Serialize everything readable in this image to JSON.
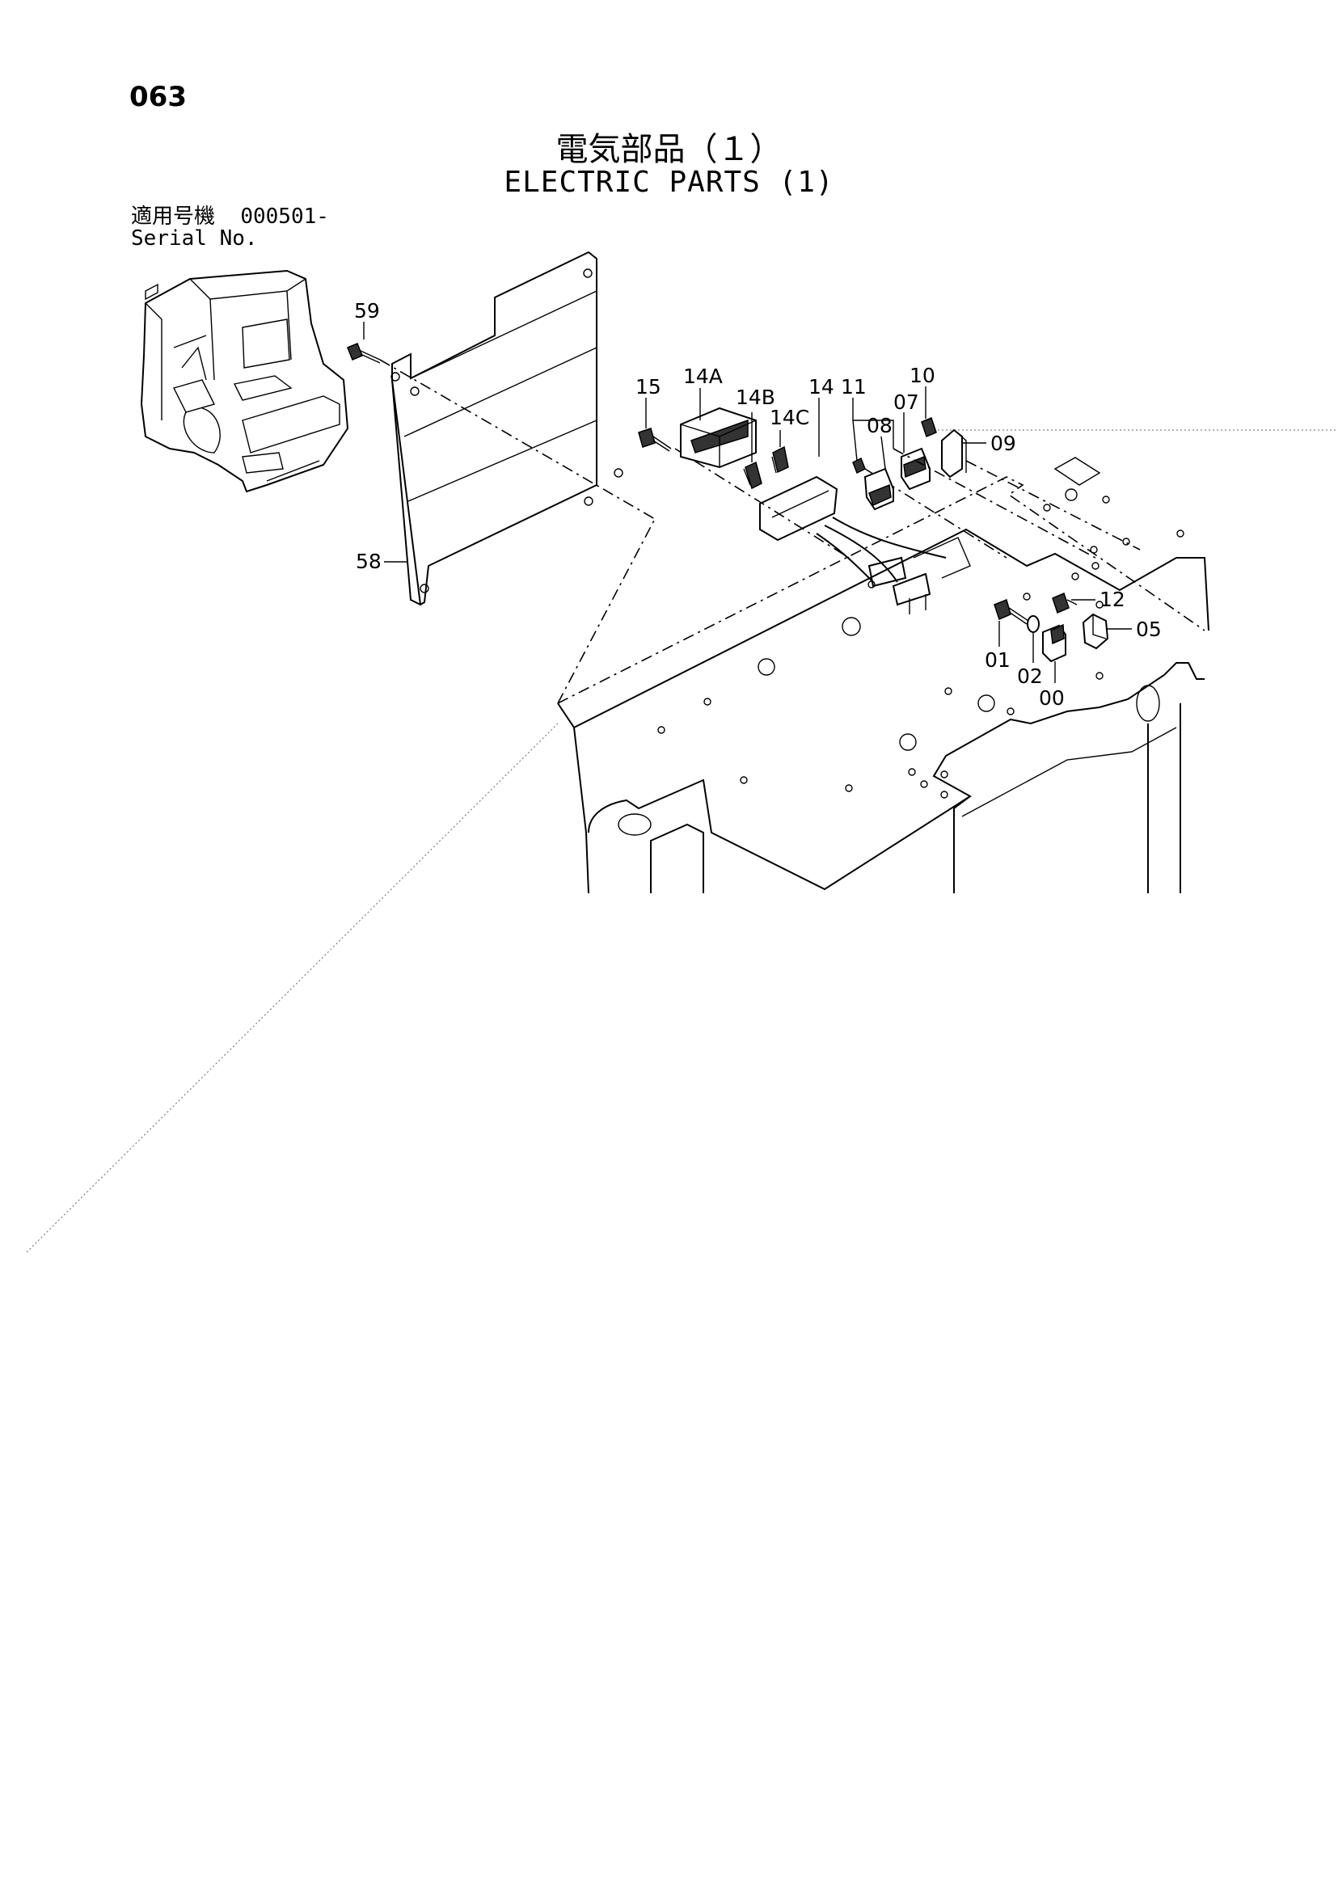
{
  "page_number": "063",
  "title_jp": "電気部品（１）",
  "title_en": "ELECTRIC PARTS (1)",
  "serial": {
    "label_jp": "適用号機",
    "range": "000501-",
    "label_en": "Serial No."
  },
  "callouts": {
    "c59": "59",
    "c58": "58",
    "c15": "15",
    "c14A": "14A",
    "c14B": "14B",
    "c14C": "14C",
    "c14": "14",
    "c11": "11",
    "c07": "07",
    "c10": "10",
    "c08": "08",
    "c09": "09",
    "c12": "12",
    "c05": "05",
    "c01": "01",
    "c02": "02",
    "c00": "00"
  }
}
